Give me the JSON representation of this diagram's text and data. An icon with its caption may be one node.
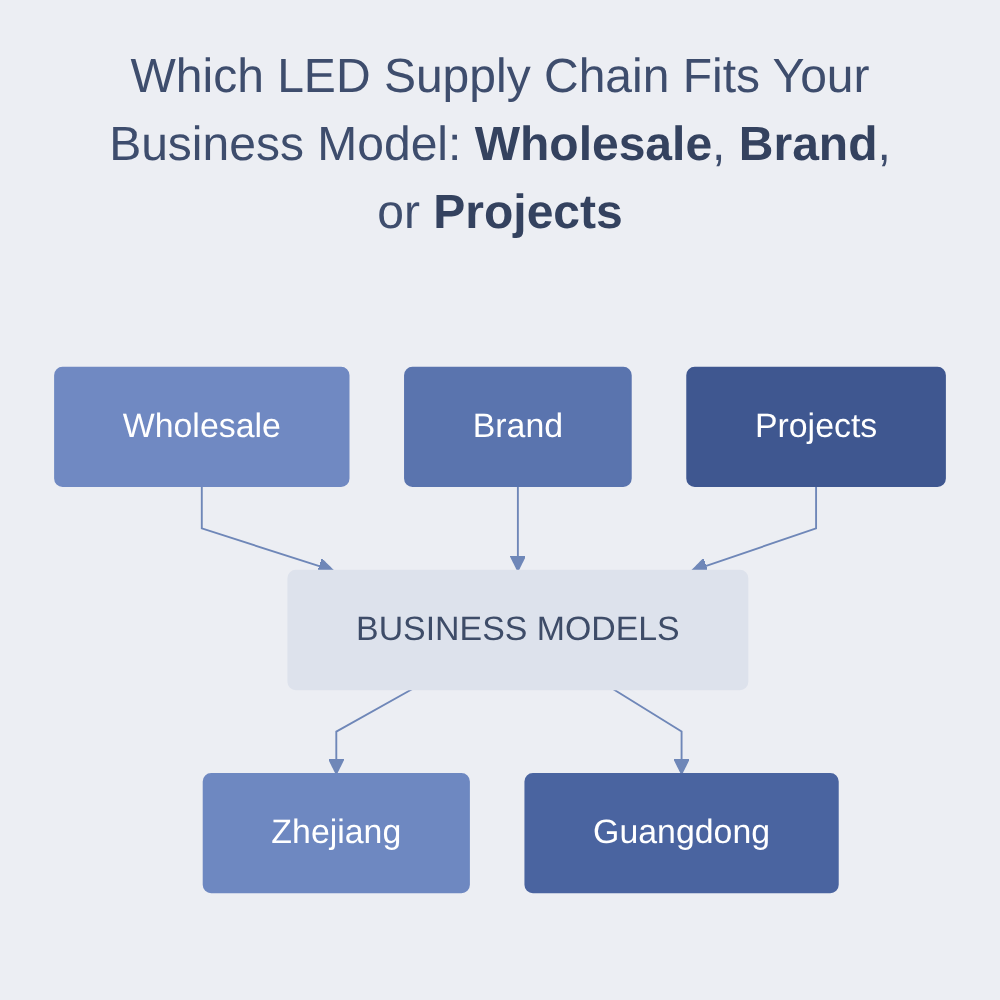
{
  "diagram": {
    "title": "Which LED Supply Chain Fits Your Business Model: **Wholesale**, **Brand**, or **Projects**",
    "nodes": [
      {
        "text": [
          "Wholesale"
        ]
      },
      {
        "text": [
          "Brand"
        ]
      },
      {
        "text": [
          "Projects"
        ]
      },
      {
        "text": [
          "BUSINESS MODELS"
        ]
      },
      {
        "text": [
          "Zhejiang"
        ]
      },
      {
        "text": [
          "Guangdong"
        ]
      }
    ],
    "edges": [
      {
        "from": 0,
        "to": 3,
        "arrow": "to"
      },
      {
        "from": 1,
        "to": 3,
        "arrow": "to"
      },
      {
        "from": 2,
        "to": 3,
        "arrow": "to"
      },
      {
        "from": 3,
        "to": 4,
        "arrow": "to"
      },
      {
        "from": 3,
        "to": 5,
        "arrow": "to"
      }
    ]
  }
}
